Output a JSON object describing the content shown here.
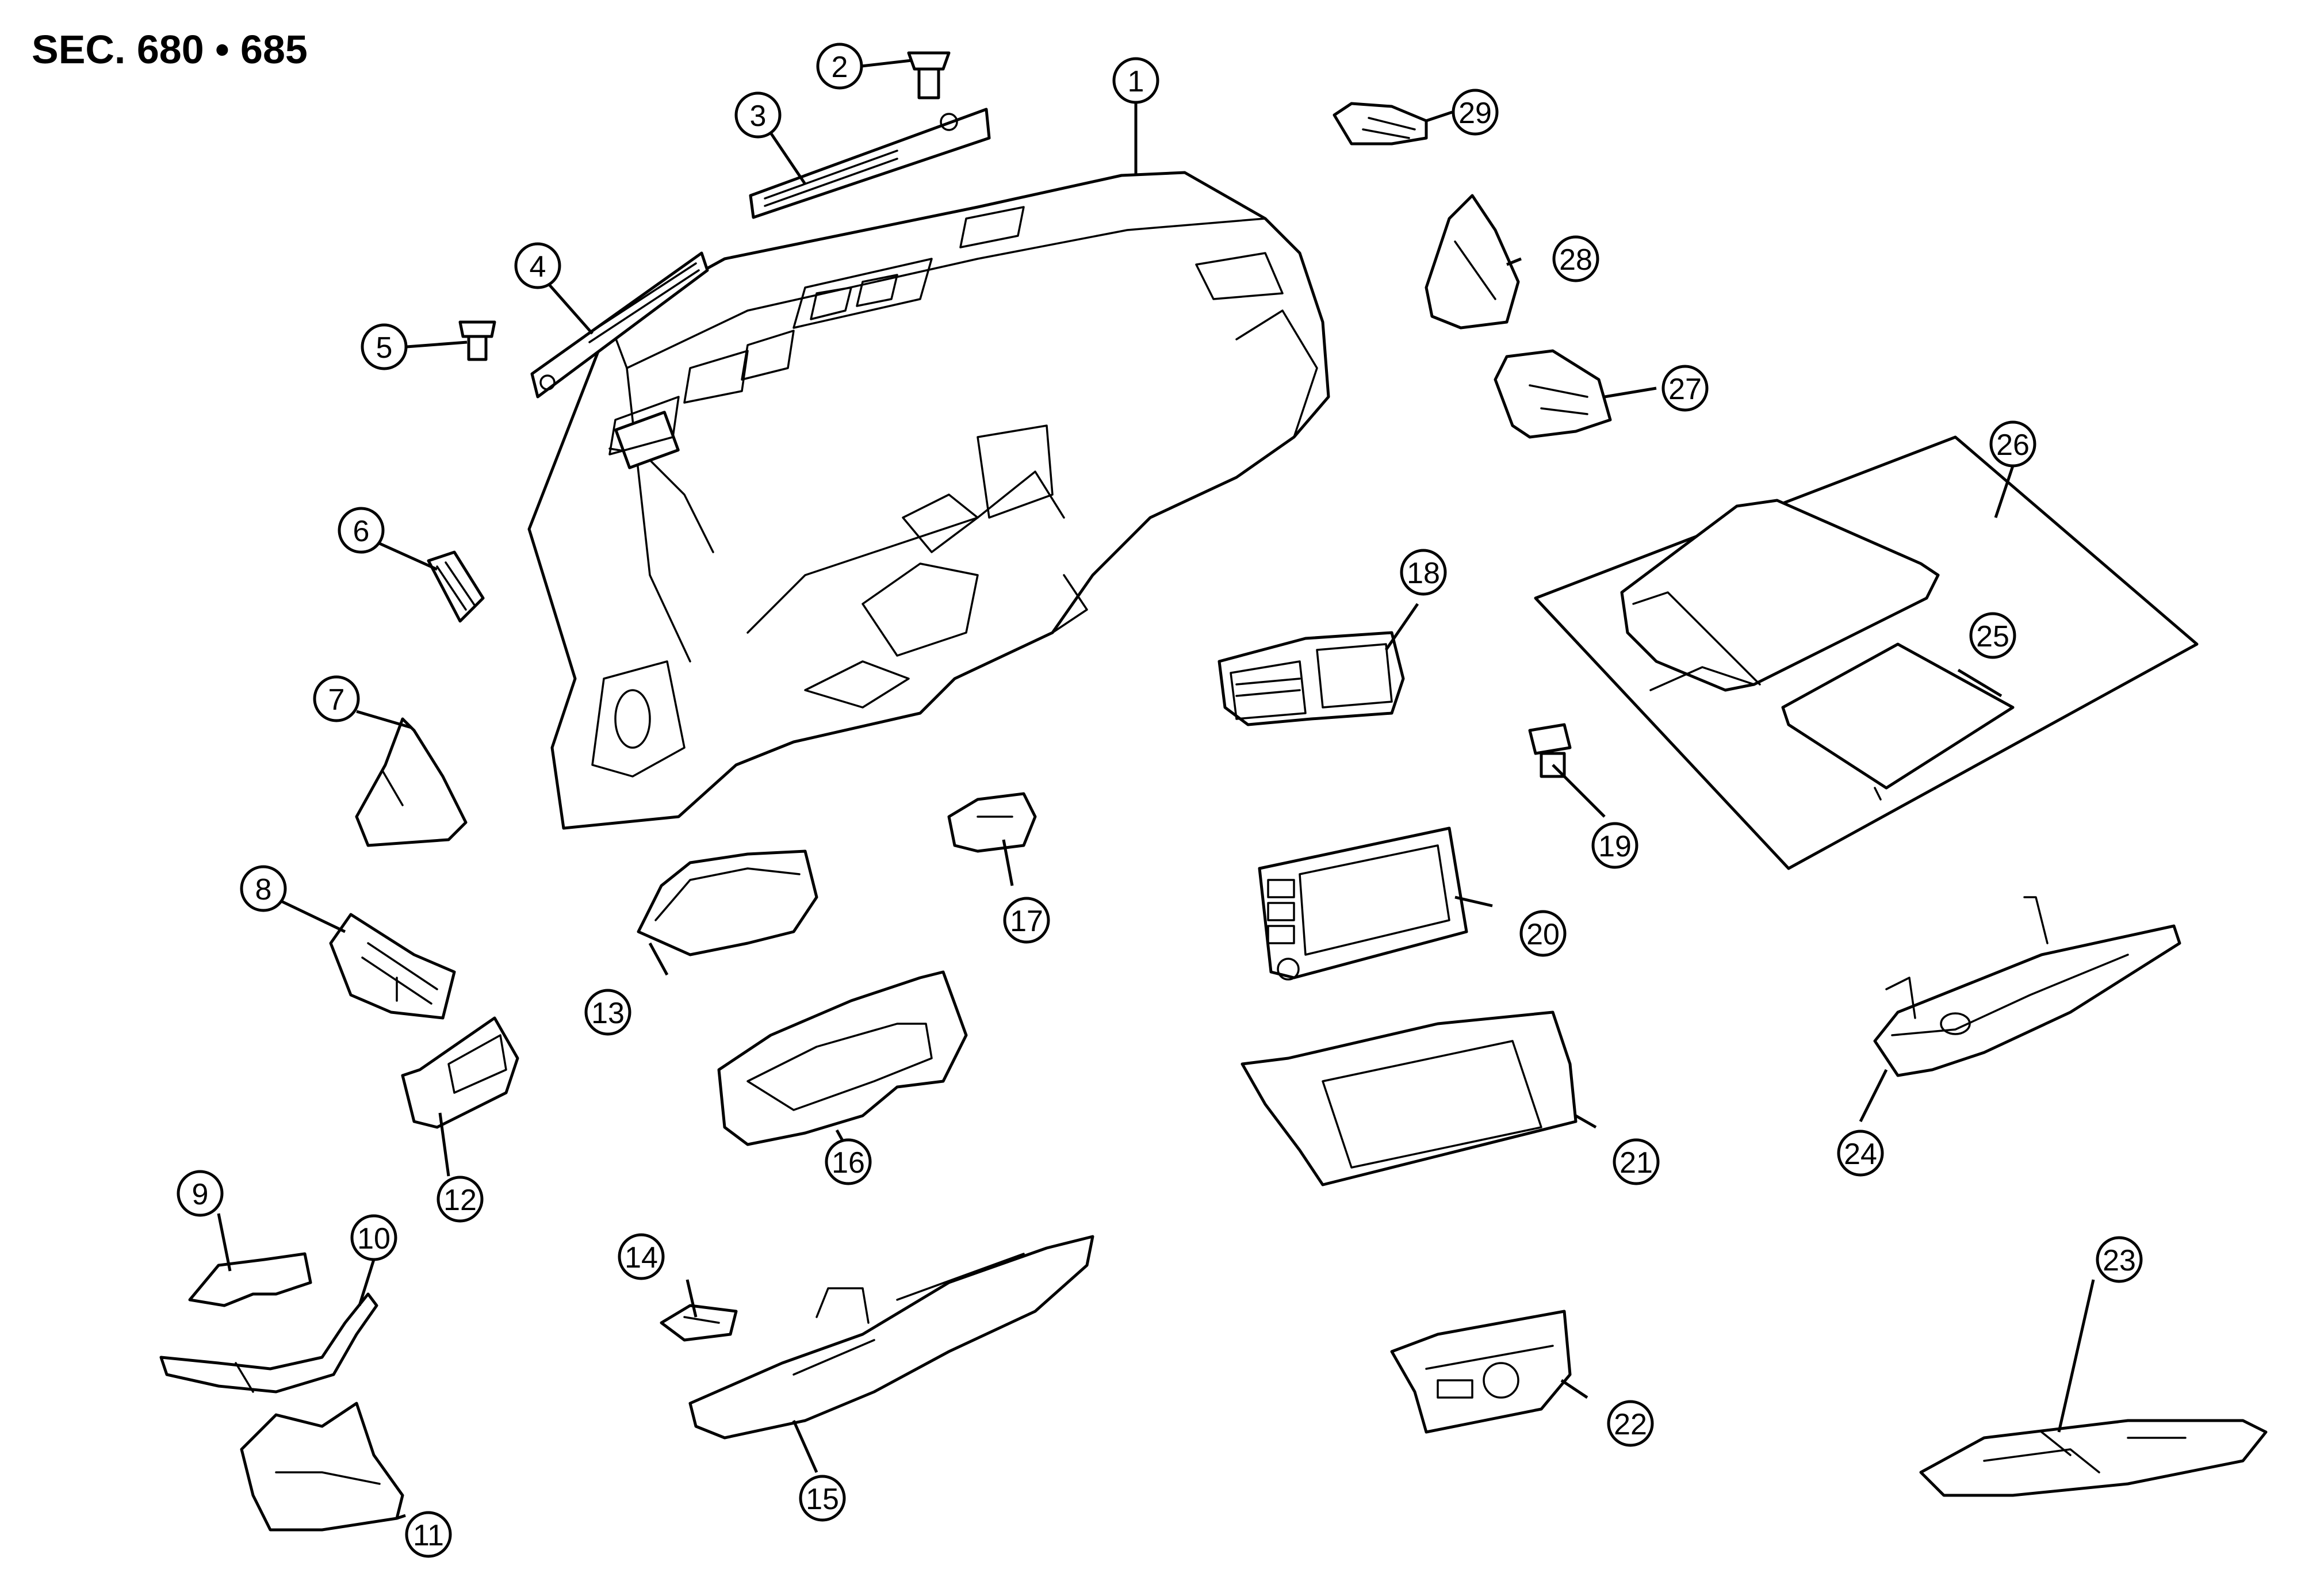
{
  "title": "SEC. 680 • 685",
  "callouts": [
    {
      "label": "1"
    },
    {
      "label": "2"
    },
    {
      "label": "3"
    },
    {
      "label": "4"
    },
    {
      "label": "5"
    },
    {
      "label": "6"
    },
    {
      "label": "7"
    },
    {
      "label": "8"
    },
    {
      "label": "9"
    },
    {
      "label": "10"
    },
    {
      "label": "11"
    },
    {
      "label": "12"
    },
    {
      "label": "13"
    },
    {
      "label": "14"
    },
    {
      "label": "15"
    },
    {
      "label": "16"
    },
    {
      "label": "17"
    },
    {
      "label": "18"
    },
    {
      "label": "19"
    },
    {
      "label": "20"
    },
    {
      "label": "21"
    },
    {
      "label": "22"
    },
    {
      "label": "23"
    },
    {
      "label": "24"
    },
    {
      "label": "25"
    },
    {
      "label": "26"
    },
    {
      "label": "27"
    },
    {
      "label": "28"
    },
    {
      "label": "29"
    }
  ]
}
